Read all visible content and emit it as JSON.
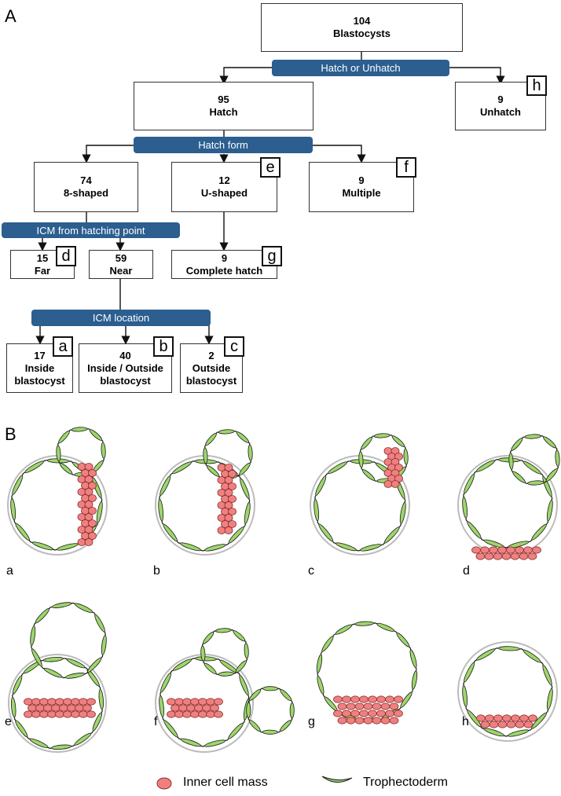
{
  "panel_a_letter": "A",
  "panel_b_letter": "B",
  "nodes": {
    "root": {
      "count": "104",
      "label": "Blastocysts"
    },
    "hatch": {
      "count": "95",
      "label": "Hatch"
    },
    "unhatch": {
      "count": "9",
      "label": "Unhatch"
    },
    "eight": {
      "count": "74",
      "label": "8-shaped"
    },
    "ushape": {
      "count": "12",
      "label": "U-shaped"
    },
    "multiple": {
      "count": "9",
      "label": "Multiple"
    },
    "far": {
      "count": "15",
      "label": "Far"
    },
    "near": {
      "count": "59",
      "label": "Near"
    },
    "complete": {
      "count": "9",
      "label": "Complete hatch"
    },
    "inside": {
      "count": "17",
      "label1": "Inside",
      "label2": "blastocyst"
    },
    "inout": {
      "count": "40",
      "label1": "Inside / Outside",
      "label2": "blastocyst"
    },
    "outside": {
      "count": "2",
      "label1": "Outside",
      "label2": "blastocyst"
    }
  },
  "bars": {
    "hatch_unhatch": "Hatch or Unhatch",
    "hatch_form": "Hatch form",
    "icm_hatching_point": "ICM from hatching point",
    "icm_location": "ICM location"
  },
  "tags": {
    "a": "a",
    "b": "b",
    "c": "c",
    "d": "d",
    "e": "e",
    "f": "f",
    "g": "g",
    "h": "h"
  },
  "illustration_labels": [
    "a",
    "b",
    "c",
    "d",
    "e",
    "f",
    "g",
    "h"
  ],
  "legend": {
    "icm": "Inner cell mass",
    "trophectoderm": "Trophectoderm"
  },
  "colors": {
    "bar": "#2c5e8f",
    "icm_fill": "#f08080",
    "tropho_fill": "#9ed66b",
    "zona": "#bbbbbb"
  }
}
